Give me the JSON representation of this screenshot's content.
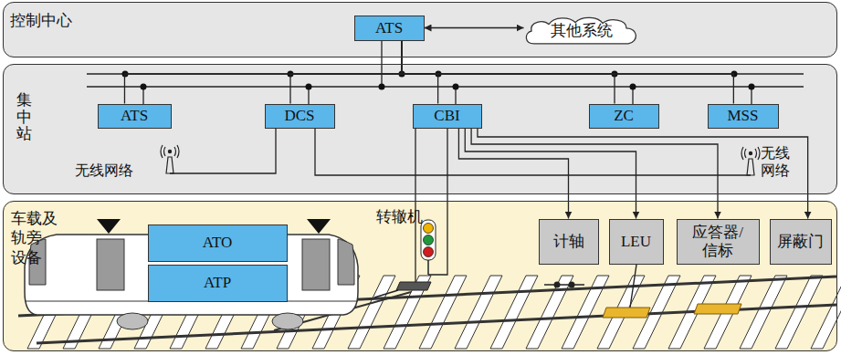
{
  "diagram": {
    "nodes": [
      {
        "text": [
          "控制中心"
        ]
      },
      {
        "text": [
          "ATS"
        ],
        "in": 0
      },
      {
        "text": [
          "其他系统"
        ],
        "in": 0
      },
      {
        "text": [
          "集中站"
        ]
      },
      {
        "text": [
          "ATS"
        ],
        "in": 3
      },
      {
        "text": [
          "DCS"
        ],
        "in": 3
      },
      {
        "text": [
          "CBI"
        ],
        "in": 3
      },
      {
        "text": [
          "ZC"
        ],
        "in": 3
      },
      {
        "text": [
          "MSS"
        ],
        "in": 3
      },
      {
        "text": [
          "车载及 轨旁 设备"
        ]
      },
      {
        "text": [
          "ATO"
        ],
        "in": 9
      },
      {
        "text": [
          "ATP"
        ],
        "in": 9
      },
      {
        "text": [
          "计轴"
        ],
        "in": 9
      },
      {
        "text": [
          "LEU"
        ],
        "in": 9
      },
      {
        "text": [
          "应答器/ 信标"
        ],
        "in": 9
      },
      {
        "text": [
          "屏蔽门"
        ],
        "in": 9
      }
    ],
    "edges": [
      {
        "from": 1,
        "to": 2,
        "arrow": "both"
      },
      {
        "from": 1,
        "to": 4,
        "arrow": "none"
      },
      {
        "from": 1,
        "to": 5,
        "arrow": "none"
      },
      {
        "from": 1,
        "to": 6,
        "arrow": "none"
      },
      {
        "from": 1,
        "to": 7,
        "arrow": "none"
      },
      {
        "from": 1,
        "to": 8,
        "arrow": "none"
      },
      {
        "from": 6,
        "to": 12,
        "arrow": "to"
      },
      {
        "from": 6,
        "to": 13,
        "arrow": "to"
      },
      {
        "from": 6,
        "to": 14,
        "arrow": "to"
      },
      {
        "from": 6,
        "to": 15,
        "arrow": "to"
      }
    ],
    "labels": [
      "无线网络",
      "无线 网络",
      "转辙机"
    ]
  }
}
